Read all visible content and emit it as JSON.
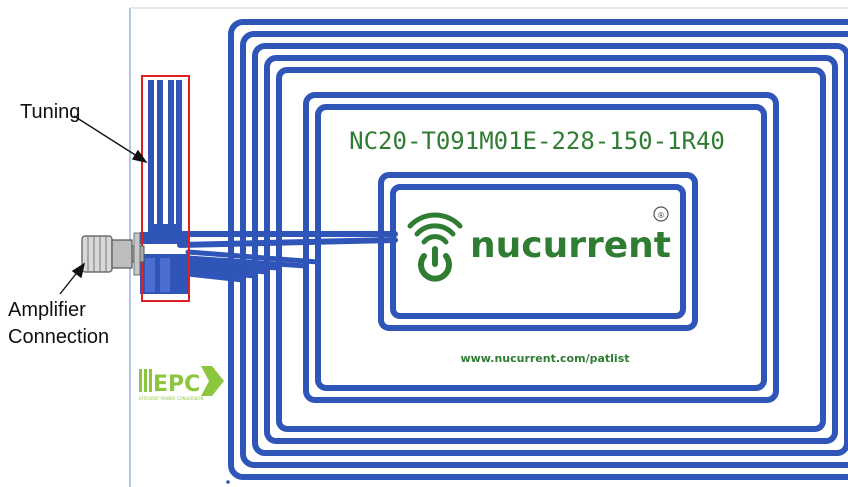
{
  "labels": {
    "tuning": "Tuning",
    "amplifier_line1": "Amplifier",
    "amplifier_line2": "Connection"
  },
  "board": {
    "part_number": "NC20-T091M01E-228-150-1R40",
    "brand_name": "nucurrent",
    "registered_mark": "®",
    "website": "www.nucurrent.com/patlist",
    "epc_logo_text": "EPC",
    "epc_tagline": "EFFICIENT POWER CONVERSION"
  },
  "colors": {
    "coil_blue": "#2f55b9",
    "brand_green": "#2f7d32",
    "epc_green": "#8cc63f",
    "highlight_red": "#e02020",
    "board_white": "#ffffff",
    "board_edge": "#9fb3d9"
  },
  "icons": [
    "wireless-power-icon",
    "sma-connector-icon",
    "epc-arrow-icon"
  ]
}
